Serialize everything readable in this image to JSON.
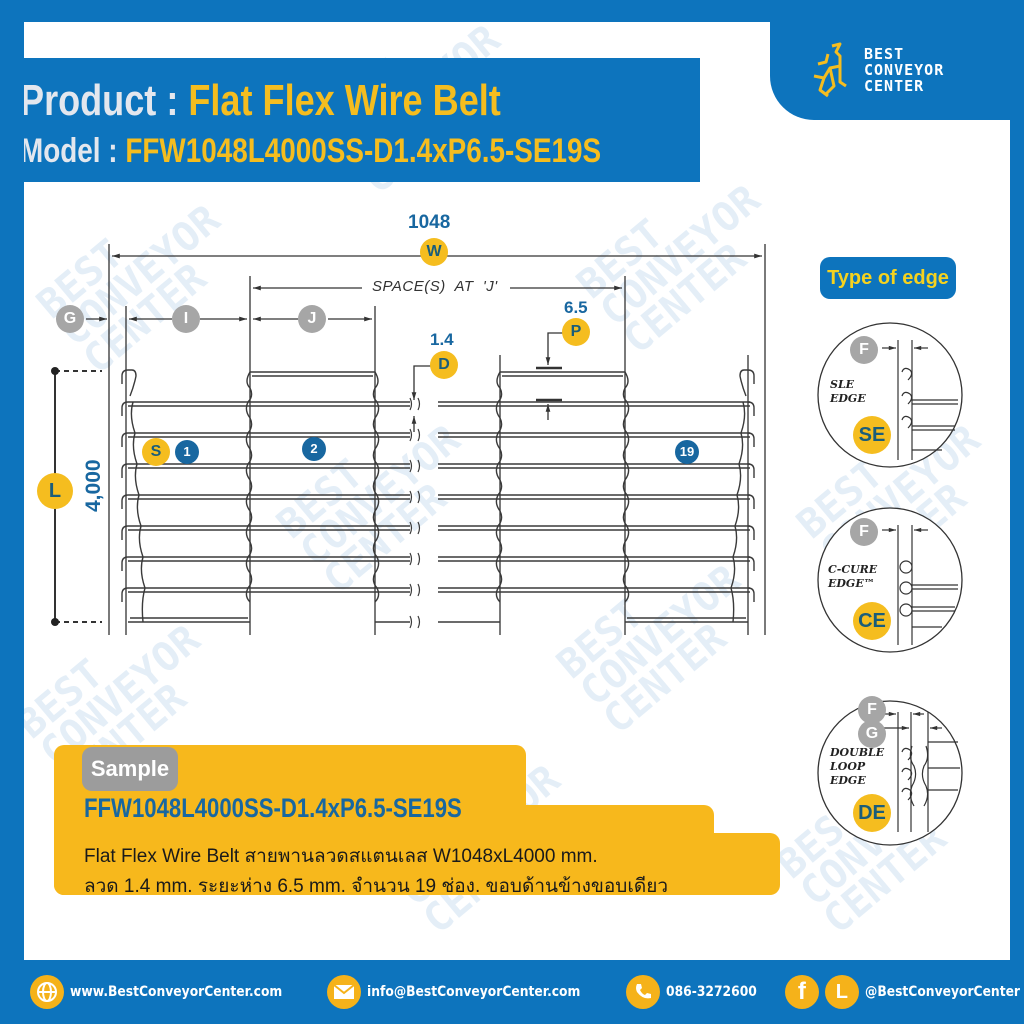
{
  "brand": {
    "logo_lines": [
      "BEST",
      "CONVEYOR",
      "CENTER"
    ],
    "watermark_text": "BEST\nCONVEYOR\nCENTER",
    "colors": {
      "primary_blue": "#0d74bd",
      "accent_yellow": "#f5bd1f",
      "gray_badge": "#9c9c9c",
      "label_blue": "#1867a0"
    }
  },
  "header": {
    "product_label": "Product : ",
    "product_value": "Flat Flex Wire Belt",
    "model_label": "Model : ",
    "model_value": "FFW1048L4000SS-D1.4xP6.5-SE19S"
  },
  "diagram": {
    "width_value": "1048",
    "width_badge": "W",
    "spaces_label": "SPACE(S)  AT  'J'",
    "g_badge": "G",
    "i_badge": "I",
    "j_badge": "J",
    "diameter_value": "1.4",
    "diameter_badge": "D",
    "pitch_value": "6.5",
    "pitch_badge": "P",
    "length_value": "4,000",
    "length_badge": "L",
    "s_badge": "S",
    "space_numbers": [
      "1",
      "2",
      "19"
    ]
  },
  "edges": {
    "title": "Type of edge",
    "items": [
      {
        "name_lines": [
          "SLE",
          "EDGE"
        ],
        "code": "SE",
        "badges": [
          "F"
        ]
      },
      {
        "name_lines": [
          "C-CURE",
          "EDGE™"
        ],
        "code": "CE",
        "badges": [
          "F"
        ]
      },
      {
        "name_lines": [
          "DOUBLE",
          "LOOP",
          "EDGE"
        ],
        "code": "DE",
        "badges": [
          "F",
          "G"
        ]
      }
    ]
  },
  "sample": {
    "tag": "Sample",
    "code": "FFW1048L4000SS-D1.4xP6.5-SE19S",
    "desc_line1": "Flat Flex Wire Belt สายพานลวดสแตนเลส W1048xL4000 mm.",
    "desc_line2": "ลวด 1.4 mm. ระยะห่าง 6.5 mm. จำนวน 19 ช่อง. ขอบด้านข้างขอบเดียว"
  },
  "footer": {
    "website": "www.BestConveyorCenter.com",
    "email": "info@BestConveyorCenter.com",
    "phone": "086-3272600",
    "social": "@BestConveyorCenter"
  }
}
